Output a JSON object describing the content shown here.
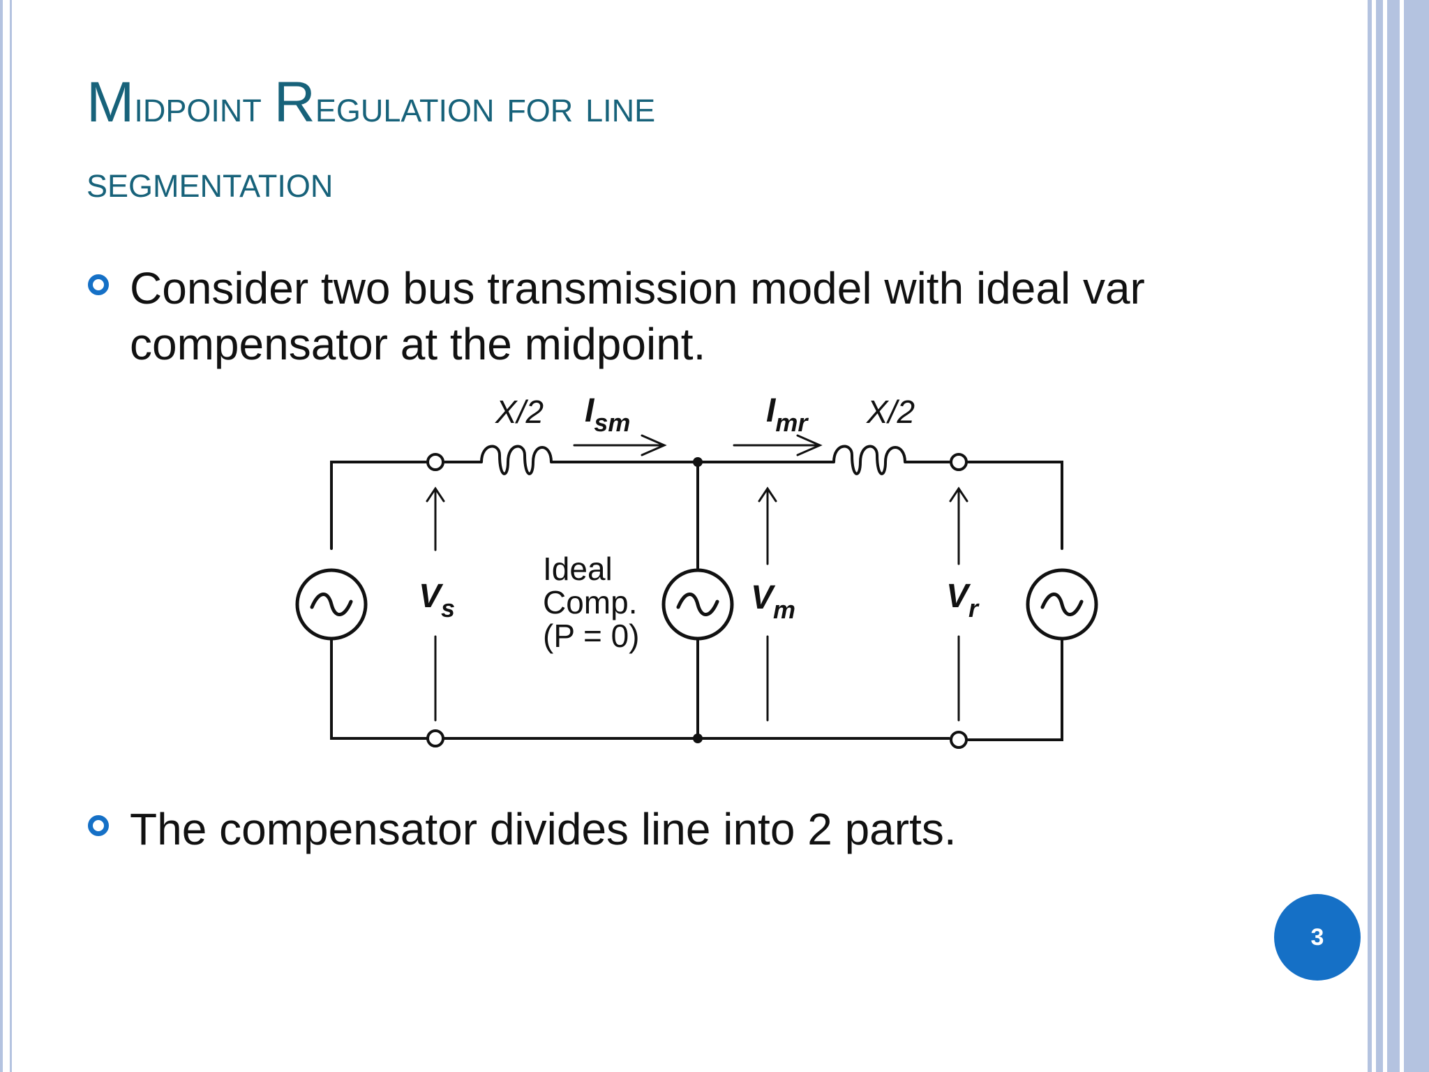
{
  "slide": {
    "title_line1_cap1": "M",
    "title_line1_rest1": "idpoint",
    "title_line1_cap2": "R",
    "title_line1_rest2": "egulation for line",
    "title_line2": "segmentation",
    "bullets": [
      "Consider two bus transmission model with ideal var compensator at the midpoint.",
      "The compensator divides line into 2 parts."
    ],
    "page_number": "3",
    "accent_color": "#1570c6",
    "title_color": "#17627a"
  },
  "circuit": {
    "reactance_left": "X/2",
    "reactance_right": "X/2",
    "current_sm": {
      "base": "I",
      "sub": "sm"
    },
    "current_mr": {
      "base": "I",
      "sub": "mr"
    },
    "voltage_s": {
      "base": "V",
      "sub": "s"
    },
    "voltage_m": {
      "base": "V",
      "sub": "m"
    },
    "voltage_r": {
      "base": "V",
      "sub": "r"
    },
    "comp_line1": "Ideal",
    "comp_line2": "Comp.",
    "comp_line3": "(P = 0)",
    "source_icon": "ac-source-icon",
    "inductor_icon": "inductor-icon"
  }
}
